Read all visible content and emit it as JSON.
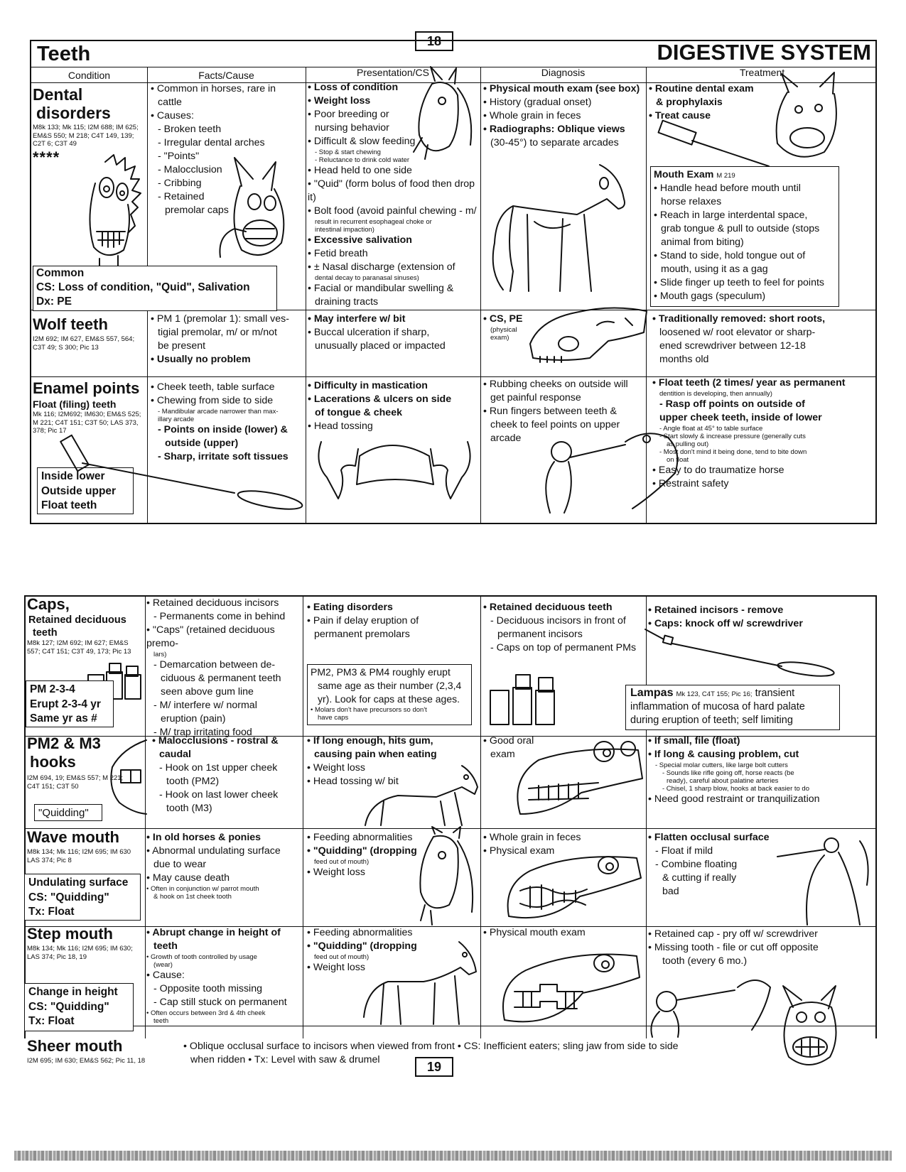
{
  "page_top": {
    "number": "18",
    "title": "Teeth",
    "section": "DIGESTIVE SYSTEM"
  },
  "headers": [
    "Condition",
    "Facts/Cause",
    "Presentation/CS",
    "Diagnosis",
    "Treatment"
  ],
  "dental": {
    "name1": "Dental",
    "name2": "disorders",
    "refs": "M8k 133; Mk 115; I2M 688; IM 625; EM&S 550; M 218; C4T 149, 139; C2T 6; C3T 49",
    "stars": "****",
    "box": [
      "Common",
      "CS: Loss of condition, \"Quid\", Salivation",
      "Dx: PE"
    ],
    "facts": [
      "• Common in horses, rare in",
      "cattle",
      "• Causes:",
      "- Broken teeth",
      "- Irregular dental arches",
      "- \"Points\"",
      "- Malocclusion",
      "- Cribbing",
      "- Retained",
      "premolar caps"
    ],
    "pres": [
      "• Loss of condition",
      "• Weight loss",
      "• Poor breeding or",
      "nursing behavior",
      "• Difficult & slow feeding",
      "- Stop & start chewing",
      "- Reluctance to drink cold water",
      "• Head held to one side",
      "• \"Quid\" (form bolus of food then drop it)",
      "• Bolt food (avoid painful chewing - m/",
      "result in recurrent esophageal choke or",
      "intestinal impaction)",
      "• Excessive salivation",
      "• Fetid breath",
      "• ± Nasal discharge (extension of",
      "dental decay to paranasal sinuses)",
      "• Facial or mandibular swelling &",
      "draining tracts"
    ],
    "diag": [
      "• Physical mouth exam (see box)",
      "• History (gradual onset)",
      "• Whole grain in feces",
      "• Radiographs: Oblique views",
      "(30-45°) to separate arcades"
    ],
    "treat": [
      "• Routine dental exam",
      "& prophylaxis",
      "• Treat cause"
    ],
    "mouth_exam_title": "Mouth Exam",
    "mouth_exam_ref": "M 219",
    "mouth_exam": [
      "• Handle head before mouth until",
      "horse relaxes",
      "• Reach in large interdental space,",
      "grab tongue & pull to outside (stops",
      "animal from biting)",
      "• Stand to side, hold tongue out of",
      "mouth, using it as a gag",
      "• Slide finger up teeth to feel for points",
      "• Mouth gags (speculum)"
    ]
  },
  "wolf": {
    "name": "Wolf teeth",
    "refs": "I2M 692; IM 627, EM&S 557, 564; C3T 49; S 300; Pic 13",
    "facts": [
      "• PM 1 (premolar 1): small ves-",
      "tigial premolar, m/ or m/not",
      "be present",
      "• Usually no problem"
    ],
    "pres": [
      "• May interfere w/ bit",
      "• Buccal ulceration if sharp,",
      "unusually placed or impacted"
    ],
    "diag": [
      "• CS, PE",
      "(physical",
      "exam)"
    ],
    "treat": [
      "• Traditionally removed: short roots,",
      "loosened w/ root elevator or sharp-",
      "ened screwdriver between 12-18",
      "months old"
    ]
  },
  "enamel": {
    "name": "Enamel points",
    "sub": "Float (filing) teeth",
    "refs": "Mk 116; I2M692; IM630; EM&S 525; M 221; C4T 151; C3T 50; LAS 373, 378; Pic 17",
    "box": [
      "Inside lower",
      "Outside upper",
      "Float teeth"
    ],
    "facts": [
      "• Cheek teeth, table surface",
      "• Chewing from side to side",
      "- Mandibular arcade narrower than max-",
      "illary arcade",
      "- Points on inside (lower) &",
      "outside (upper)",
      "- Sharp, irritate soft tissues"
    ],
    "pres": [
      "• Difficulty in mastication",
      "• Lacerations & ulcers on side",
      "of tongue & cheek",
      "• Head tossing"
    ],
    "diag": [
      "• Rubbing cheeks on outside will",
      "get painful response",
      "• Run fingers between teeth &",
      "cheek to feel points on upper",
      "arcade"
    ],
    "treat": [
      "• Float teeth (2 times/ year as permanent",
      "dentition is developing, then annually)",
      "- Rasp off points on outside of",
      "upper cheek teeth, inside of lower",
      "- Angle float at 45° to table surface",
      "- Start slowly & increase pressure (generally cuts",
      "as pulling out)",
      "- Most don't mind it being done, tend to bite down",
      "on float",
      "• Easy to do traumatize horse",
      "• Restraint safety"
    ]
  },
  "caps": {
    "name": "Caps,",
    "sub1": "Retained deciduous",
    "sub2": "teeth",
    "refs": "M8k 127; I2M 692; IM 627; EM&S 557; C4T 151; C3T 49, 173; Pic 13",
    "box": [
      "PM 2-3-4",
      "Erupt 2-3-4 yr",
      "Same yr as #"
    ],
    "facts": [
      "• Retained deciduous incisors",
      "- Permanents come in behind",
      "• \"Caps\" (retained deciduous premo-",
      "lars)",
      "- Demarcation between de-",
      "ciduous & permanent teeth",
      "seen above gum line",
      "- M/ interfere w/ normal",
      "eruption (pain)",
      "- M/ trap irritating food"
    ],
    "pres": [
      "• Eating disorders",
      "• Pain if delay eruption of",
      "permanent premolars"
    ],
    "pres_box": [
      "PM2, PM3 & PM4 roughly erupt",
      "same age as their number (2,3,4",
      "yr). Look for caps at these ages.",
      "• Molars don't have precursors so don't",
      "have caps"
    ],
    "diag": [
      "• Retained deciduous teeth",
      "- Deciduous incisors in front of",
      "permanent incisors",
      "- Caps on top of permanent PMs"
    ],
    "treat": [
      "• Retained incisors - remove",
      "• Caps: knock off w/ screwdriver"
    ],
    "lampas": [
      "Lampas",
      "Mk 123, C4T 155; Pic 16;",
      "transient",
      "inflammation of mucosa of hard palate",
      "during eruption of teeth; self limiting"
    ]
  },
  "hooks": {
    "name1": "PM2 & M3",
    "name2": "hooks",
    "refs": "I2M 694, 19; EM&S 557; M 221; C4T 151; C3T 50",
    "box": "\"Quidding\"",
    "facts": [
      "• Malocclusions - rostral &",
      "caudal",
      "- Hook on 1st upper cheek",
      "tooth (PM2)",
      "- Hook on last lower cheek",
      "tooth (M3)"
    ],
    "pres": [
      "• If long enough, hits gum,",
      "causing pain when eating",
      "• Weight loss",
      "• Head tossing w/ bit"
    ],
    "diag": [
      "• Good oral",
      "exam"
    ],
    "treat": [
      "• If small, file (float)",
      "• If long & causing problem, cut",
      "- Special molar cutters, like large bolt cutters",
      "- Sounds like rifle going off, horse reacts (be",
      "ready), careful about palatine arteries",
      "- Chisel, 1 sharp blow, hooks at back easier to do",
      "• Need good restraint or tranquilization"
    ]
  },
  "wave": {
    "name": "Wave mouth",
    "refs": "M8k 134; Mk 116; I2M 695; IM 630 LAS 374; Pic 8",
    "box": [
      "Undulating surface",
      "CS: \"Quidding\"",
      "Tx: Float"
    ],
    "facts": [
      "• In old horses & ponies",
      "• Abnormal undulating surface",
      "due to wear",
      "• May cause death",
      "• Often in conjunction w/ parrot mouth",
      "& hook on 1st cheek tooth"
    ],
    "pres": [
      "• Feeding abnormalities",
      "• \"Quidding\" (dropping",
      "feed out of mouth)",
      "• Weight loss"
    ],
    "diag": [
      "• Whole grain in feces",
      "• Physical exam"
    ],
    "treat": [
      "• Flatten occlusal surface",
      "- Float if mild",
      "- Combine floating",
      "& cutting if really",
      "bad"
    ]
  },
  "step": {
    "name": "Step mouth",
    "refs": "M8k 134; Mk 116; I2M 695; IM 630; LAS 374; Pic 18, 19",
    "box": [
      "Change in height",
      "CS: \"Quidding\"",
      "Tx: Float"
    ],
    "facts": [
      "• Abrupt change in height of",
      "teeth",
      "• Growth of tooth controlled by usage",
      "(wear)",
      "• Cause:",
      "- Opposite tooth missing",
      "- Cap still stuck on permanent",
      "• Often occurs between 3rd & 4th cheek",
      "teeth"
    ],
    "pres": [
      "• Feeding abnormalities",
      "• \"Quidding\" (dropping",
      "feed out of mouth)",
      "• Weight loss"
    ],
    "diag": [
      "• Physical mouth exam"
    ],
    "treat": [
      "• Retained cap - pry off w/ screwdriver",
      "• Missing tooth - file or cut off opposite",
      "tooth (every 6 mo.)"
    ]
  },
  "sheer": {
    "name": "Sheer mouth",
    "refs": "I2M 695; IM 630; EM&S 562; Pic 11, 18",
    "text1": "• Oblique occlusal surface to incisors when viewed from front • CS: Inefficient eaters; sling jaw from side to side",
    "text2": "when ridden • Tx: Level with saw & drumel"
  },
  "page_bottom": {
    "number": "19"
  }
}
